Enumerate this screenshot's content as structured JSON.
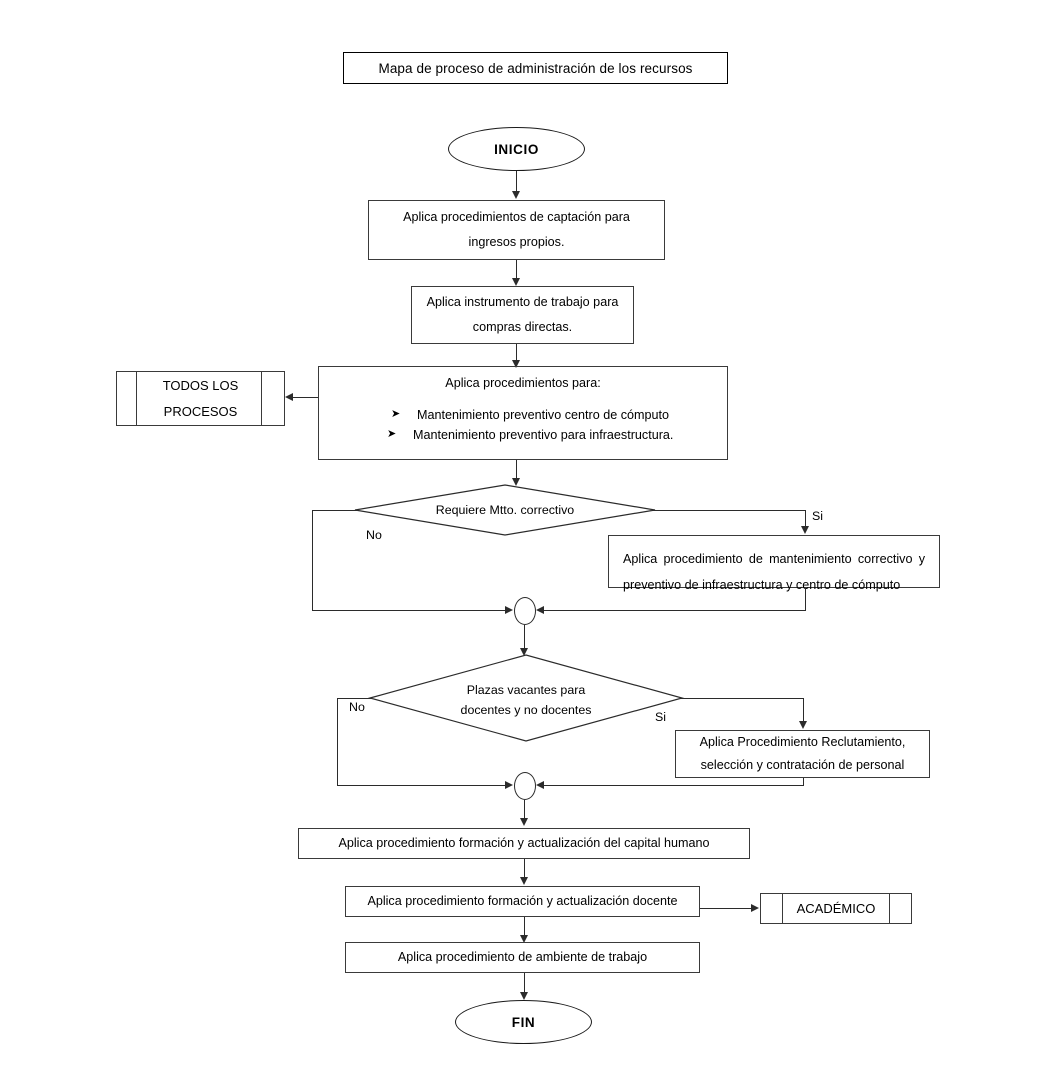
{
  "diagram": {
    "title": "Mapa de proceso de administración de los recursos",
    "type": "flowchart",
    "language": "es"
  },
  "nodes": {
    "start": {
      "label": "INICIO",
      "shape": "terminator"
    },
    "end": {
      "label": "FIN",
      "shape": "terminator"
    },
    "captacion": {
      "line1": "Aplica procedimientos de captación para",
      "line2": "ingresos propios.",
      "shape": "process"
    },
    "compras": {
      "line1": "Aplica instrumento de trabajo para",
      "line2": "compras directas.",
      "shape": "process"
    },
    "procedimientos": {
      "heading": "Aplica procedimientos para:",
      "bullet_marker": "➤",
      "bullets": [
        "Mantenimiento preventivo centro de cómputo",
        "Mantenimiento preventivo para infraestructura."
      ],
      "shape": "process"
    },
    "todos_los_procesos": {
      "line1": "TODOS LOS",
      "line2": "PROCESOS",
      "shape": "predefined-process"
    },
    "decision_mtto": {
      "label": "Requiere Mtto. correctivo",
      "shape": "decision",
      "yes_label": "Si",
      "no_label": "No"
    },
    "mtto_correctivo": {
      "line1": "Aplica procedimiento de mantenimiento correctivo y",
      "line2": "preventivo de infraestructura y centro de cómputo",
      "shape": "process"
    },
    "decision_plazas": {
      "line1": "Plazas vacantes para",
      "line2": "docentes y no docentes",
      "shape": "decision",
      "yes_label": "Si",
      "no_label": "No"
    },
    "reclutamiento": {
      "line1": "Aplica Procedimiento Reclutamiento,",
      "line2": "selección y contratación de personal",
      "shape": "process"
    },
    "capital_humano": {
      "label": "Aplica procedimiento formación y actualización del capital humano",
      "shape": "process"
    },
    "actualizacion_docente": {
      "label": "Aplica procedimiento formación y actualización docente",
      "shape": "process"
    },
    "ambiente_trabajo": {
      "label": "Aplica procedimiento de ambiente de trabajo",
      "shape": "process"
    },
    "academico": {
      "label": "ACADÉMICO",
      "shape": "predefined-process"
    }
  },
  "colors": {
    "stroke": "#2b2b2b",
    "text": "#000000",
    "background": "#ffffff"
  }
}
